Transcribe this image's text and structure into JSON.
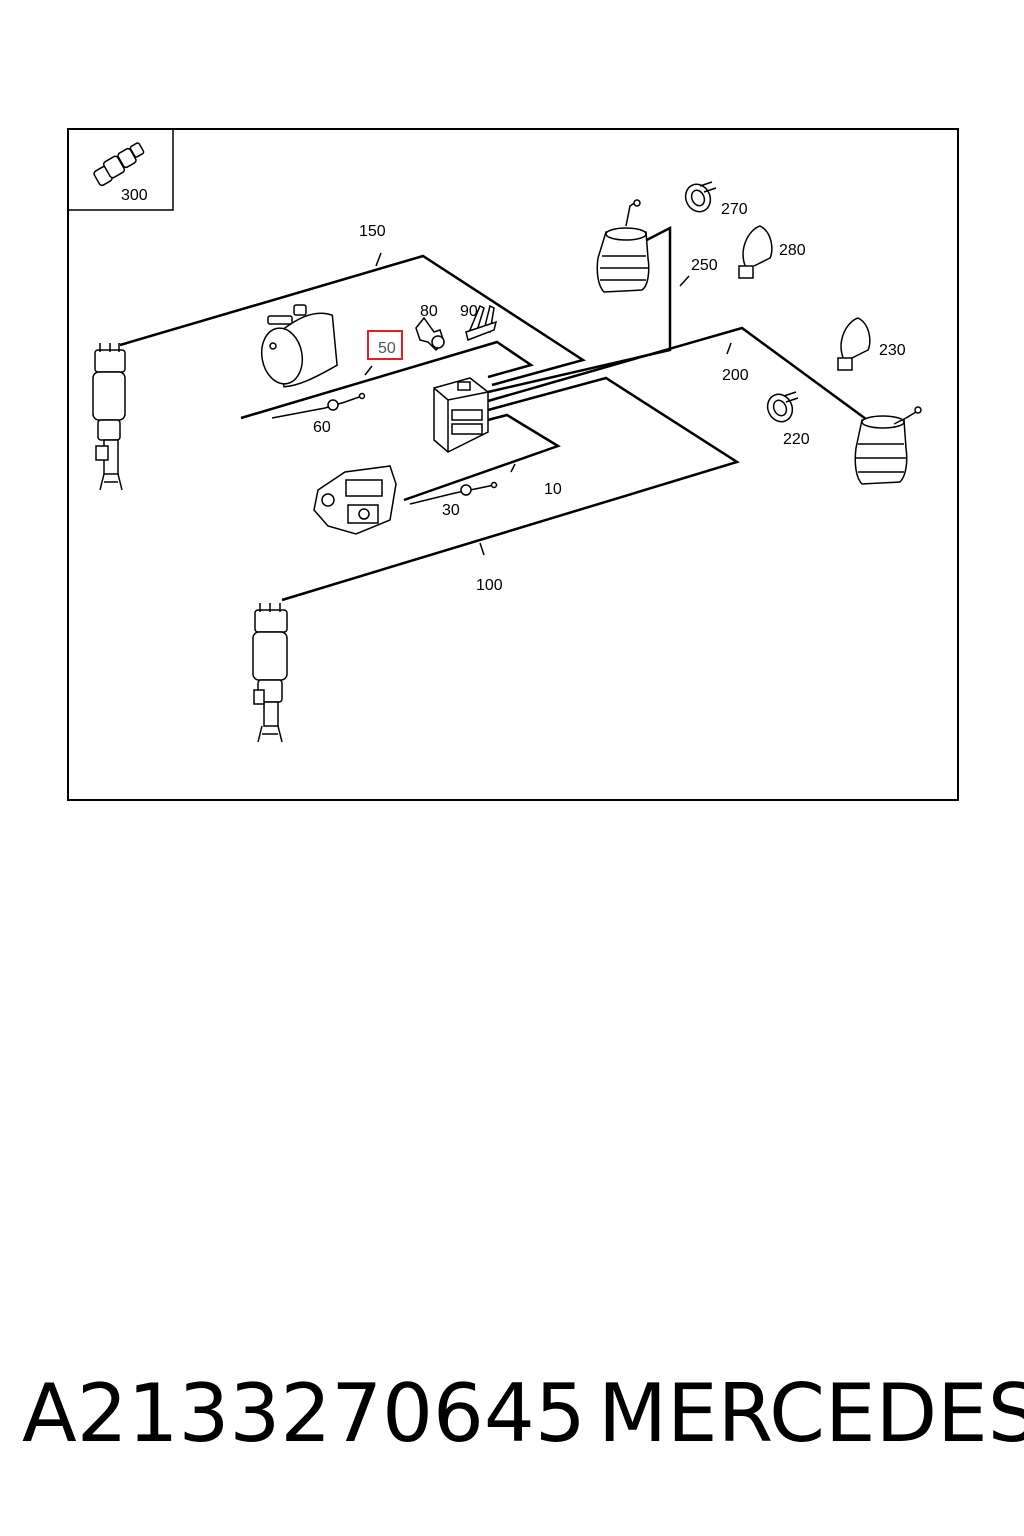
{
  "diagram": {
    "callouts": {
      "c10": "10",
      "c30": "30",
      "c50": "50",
      "c60": "60",
      "c80": "80",
      "c90": "90",
      "c100": "100",
      "c150": "150",
      "c200": "200",
      "c220": "220",
      "c230": "230",
      "c250": "250",
      "c270": "270",
      "c280": "280",
      "c300": "300"
    },
    "highlighted_callout": "50",
    "highlight_color": "#e31e24"
  },
  "footer": {
    "part_number": "A2133270645",
    "brand": "MERCEDES"
  }
}
